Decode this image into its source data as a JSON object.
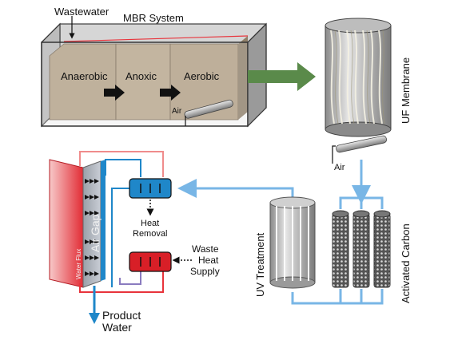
{
  "labels": {
    "wastewater": "Wastewater",
    "mbr_system": "MBR System",
    "anaerobic": "Anaerobic",
    "anoxic": "Anoxic",
    "aerobic": "Aerobic",
    "air_mbr": "Air",
    "uf_membrane": "UF Membrane",
    "air_uf": "Air",
    "air_gap": "Air Gap",
    "water_flux": "Water Flux",
    "heat_removal_1": "Heat",
    "heat_removal_2": "Removal",
    "waste_heat_1": "Waste",
    "waste_heat_2": "Heat",
    "waste_heat_3": "Supply",
    "uv_treatment": "UV Treatment",
    "activated_carbon": "Activated Carbon",
    "product_1": "Product",
    "product_2": "Water"
  },
  "colors": {
    "tank_fill": "#b9a68a",
    "tank_glass": "#c8c8c8",
    "flow_blue": "#78b6e6",
    "arrow_green": "#5a8a4a",
    "hot_red": "#e8333b",
    "cold_blue": "#1f87c9",
    "pink_line": "#f08c8c",
    "purple_line": "#8a7bbf"
  }
}
